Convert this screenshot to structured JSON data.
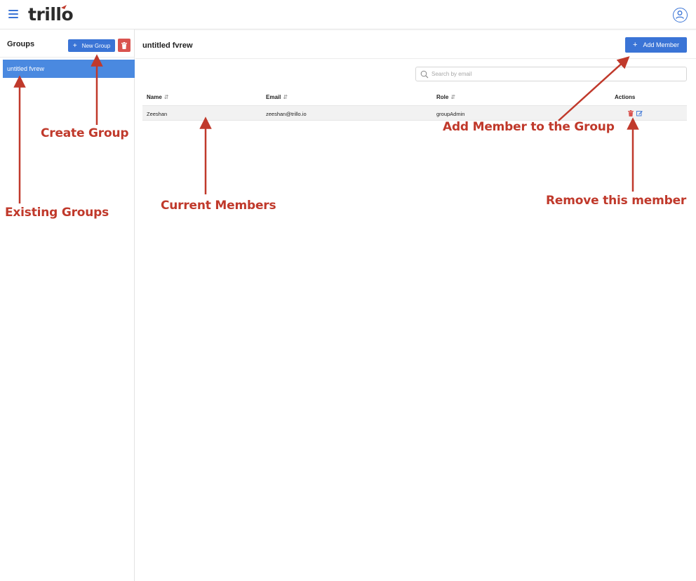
{
  "app": {
    "brand": "trillo"
  },
  "sidebar": {
    "title": "Groups",
    "new_group_label": "New Group",
    "groups": [
      {
        "label": "untitled fvrew",
        "selected": true
      }
    ]
  },
  "main": {
    "title": "untitled fvrew",
    "add_member_label": "Add Member",
    "search": {
      "placeholder": "Search by email",
      "value": ""
    },
    "table": {
      "columns": [
        "Name",
        "Email",
        "Role",
        "Actions"
      ],
      "rows": [
        {
          "name": "Zeeshan",
          "email": "zeeshan@trillo.io",
          "role": "groupAdmin"
        }
      ]
    }
  },
  "annotations": {
    "create_group": "Create Group",
    "existing_groups": "Existing Groups",
    "current_members": "Current Members",
    "add_member": "Add Member to the Group",
    "remove_member": "Remove this member"
  },
  "colors": {
    "primary": "#3a74d6",
    "selected": "#4a89e0",
    "danger": "#d9534f",
    "annotation": "#c0392b"
  },
  "icons": [
    "menu-icon",
    "user-icon",
    "plus-icon",
    "trash-icon",
    "search-icon",
    "sort-icon",
    "edit-icon"
  ]
}
